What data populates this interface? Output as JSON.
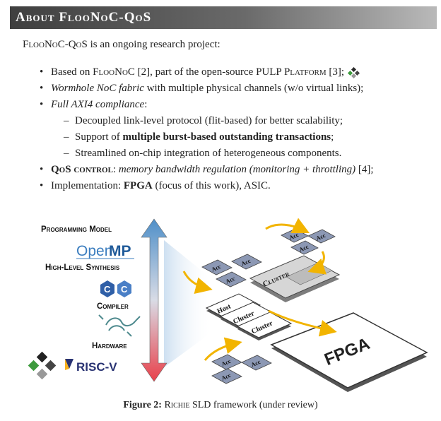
{
  "header": {
    "title": "About FlooNoC-QoS"
  },
  "intro": {
    "name": "FlooNoC-QoS",
    "rest": " is an ongoing research project:"
  },
  "bullets": {
    "b1": {
      "pre": "Based on ",
      "name1": "FlooNoC",
      "mid": " [2], part of the open-source PULP ",
      "name2": "Platform",
      "post": " [3];"
    },
    "b2": {
      "em": "Wormhole NoC fabric",
      "rest": " with multiple physical channels (w/o virtual links);"
    },
    "b3": {
      "em": "Full AXI4 compliance",
      "rest": ":"
    },
    "s1": "Decoupled link-level protocol (flit-based) for better scalability;",
    "s2": {
      "pre": "Support of ",
      "bold": "multiple burst-based outstanding transactions",
      "post": ";"
    },
    "s3": "Streamlined on-chip integration of heterogeneous components.",
    "b4": {
      "bold": "QoS control",
      "colon": ": ",
      "em": "memory bandwidth regulation (monitoring + throttling)",
      "post": " [4];"
    },
    "b5": {
      "pre": "Implementation: ",
      "bold": "FPGA",
      "post": " (focus of this work), ASIC."
    }
  },
  "figure": {
    "levels": [
      "Programming Model",
      "High-Level Synthesis",
      "Compiler",
      "Hardware"
    ],
    "openmp": {
      "open": "Open",
      "mp": "MP"
    },
    "riscv": "RISC-V",
    "acc": "Acc",
    "cluster": "Cluster",
    "host": "Host",
    "fpga": "FPGA",
    "colors": {
      "acc": "#8c98b4",
      "arrow": "#f2b400",
      "fpga_fill": "#ffffff",
      "grad_top": "#4f8fc8",
      "grad_bottom": "#e8404a"
    }
  },
  "caption": {
    "label": "Figure 2:",
    "name": "Richie",
    "rest": " SLD framework (under review)"
  }
}
